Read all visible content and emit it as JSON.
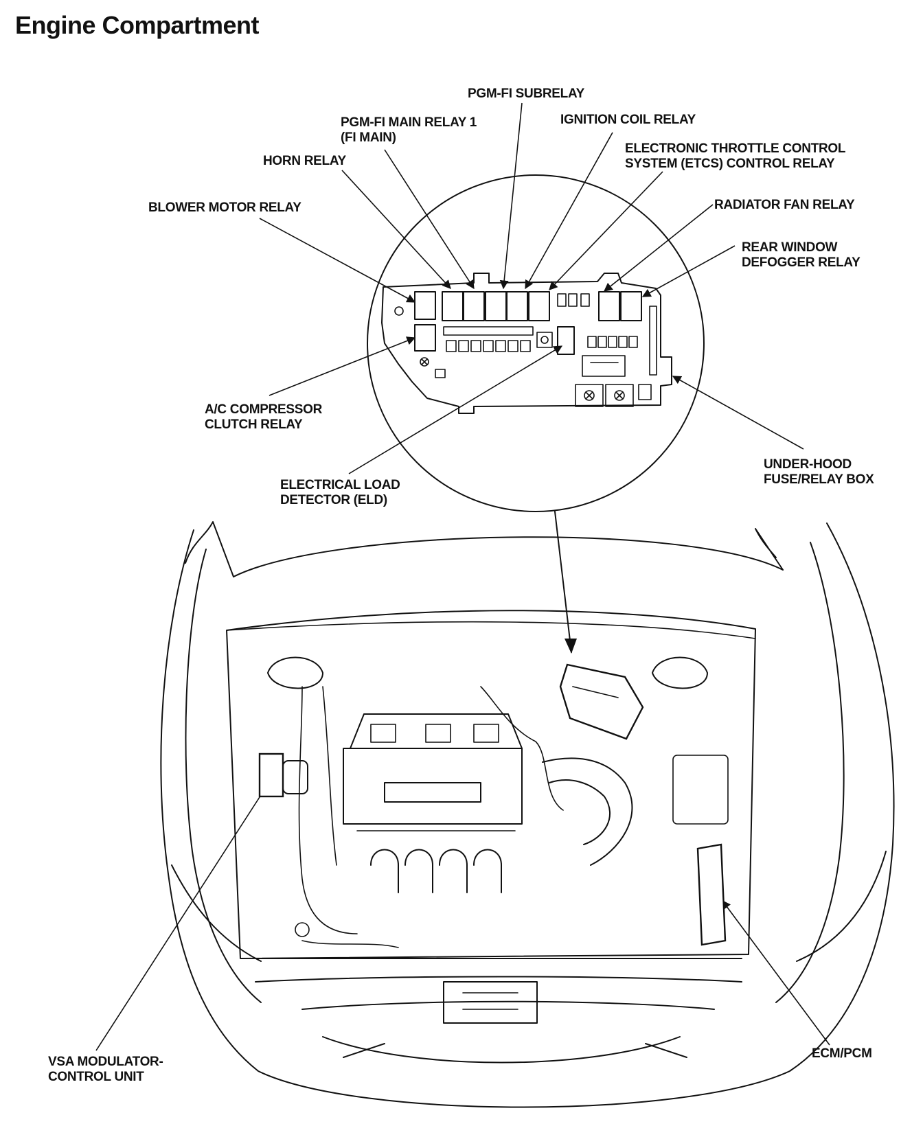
{
  "title": "Engine Compartment",
  "labels": {
    "pgmfi_subrelay": [
      "PGM-FI SUBRELAY"
    ],
    "pgmfi_main_relay": [
      "PGM-FI MAIN RELAY 1",
      "(FI MAIN)"
    ],
    "ignition_coil_relay": [
      "IGNITION COIL RELAY"
    ],
    "etcs_control_relay": [
      "ELECTRONIC THROTTLE CONTROL",
      "SYSTEM (ETCS) CONTROL RELAY"
    ],
    "horn_relay": [
      "HORN RELAY"
    ],
    "blower_motor_relay": [
      "BLOWER MOTOR RELAY"
    ],
    "radiator_fan_relay": [
      "RADIATOR FAN RELAY"
    ],
    "rear_window_defogger_relay": [
      "REAR WINDOW",
      "DEFOGGER RELAY"
    ],
    "ac_compressor_clutch_relay": [
      "A/C COMPRESSOR",
      "CLUTCH RELAY"
    ],
    "electrical_load_detector": [
      "ELECTRICAL LOAD",
      "DETECTOR (ELD)"
    ],
    "under_hood_fuse_relay_box": [
      "UNDER-HOOD",
      "FUSE/RELAY BOX"
    ],
    "vsa_modulator_control_unit": [
      "VSA MODULATOR-",
      "CONTROL UNIT"
    ],
    "ecm_pcm": [
      "ECM/PCM"
    ]
  }
}
